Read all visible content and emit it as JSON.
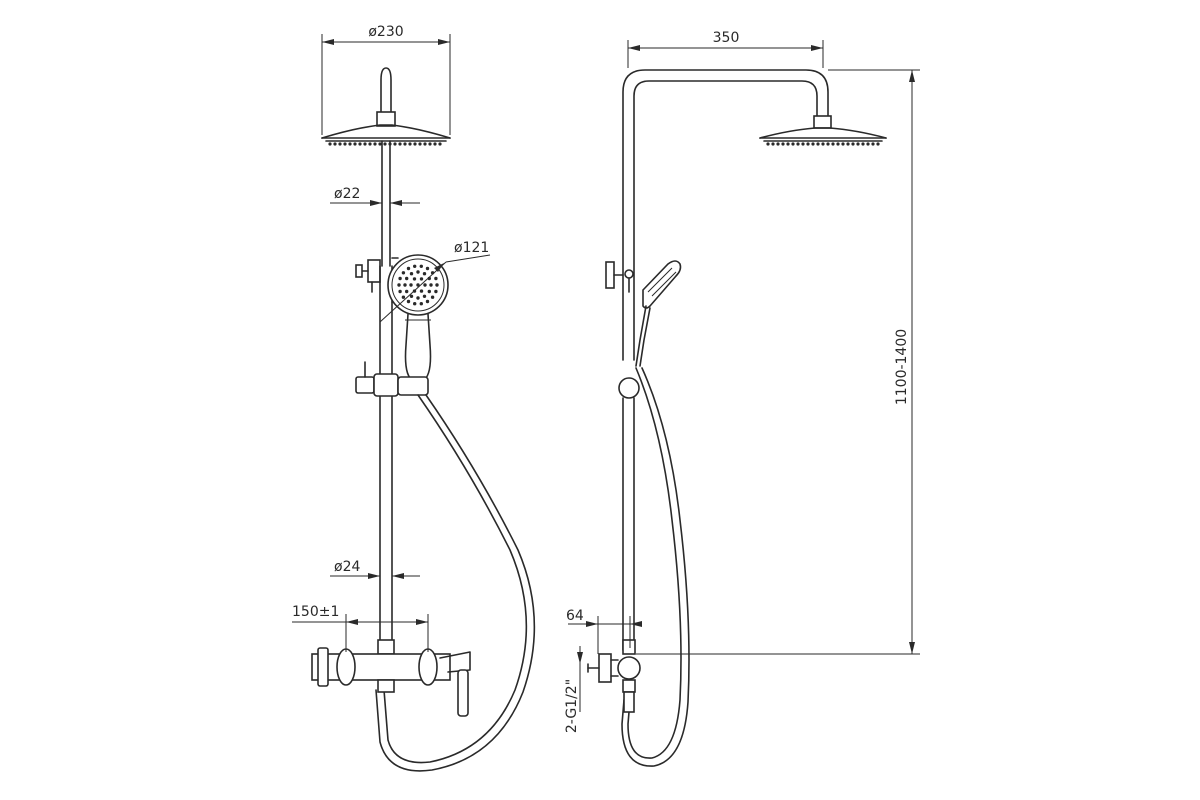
{
  "dimensions": {
    "head_diameter": "ø230",
    "upper_pipe_diameter": "ø22",
    "hand_shower_diameter": "ø121",
    "lower_pipe_diameter": "ø24",
    "inlet_spacing": "150±1",
    "arm_length": "350",
    "height_range": "1100-1400",
    "inlet_offset": "64",
    "inlet_thread": "2-G1/2\""
  }
}
